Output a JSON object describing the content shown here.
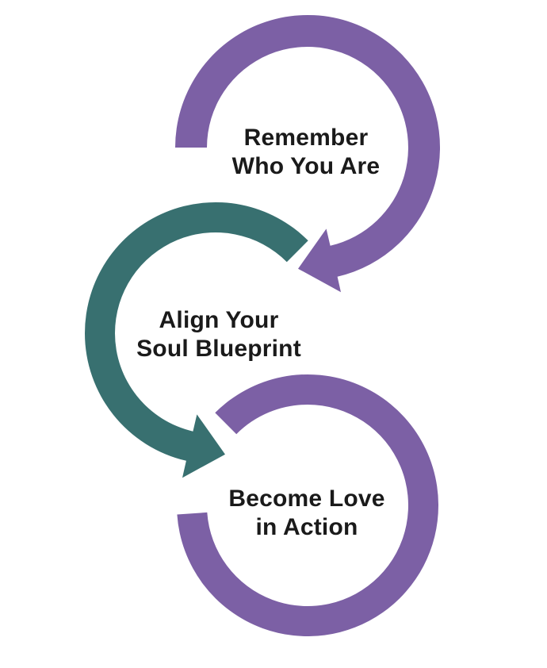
{
  "diagram": {
    "type": "cycle-arrows",
    "steps": [
      {
        "id": "remember",
        "lines": [
          "Remember",
          "Who You Are"
        ],
        "arrow_color_name": "purple"
      },
      {
        "id": "align",
        "lines": [
          "Align Your",
          "Soul Blueprint"
        ],
        "arrow_color_name": "teal"
      },
      {
        "id": "become",
        "lines": [
          "Become Love",
          "in Action"
        ],
        "arrow_color_name": "purple"
      }
    ]
  },
  "colors": {
    "purple": "#7c60a5",
    "teal": "#387070",
    "text": "#1a1a1a",
    "background": "#ffffff"
  }
}
